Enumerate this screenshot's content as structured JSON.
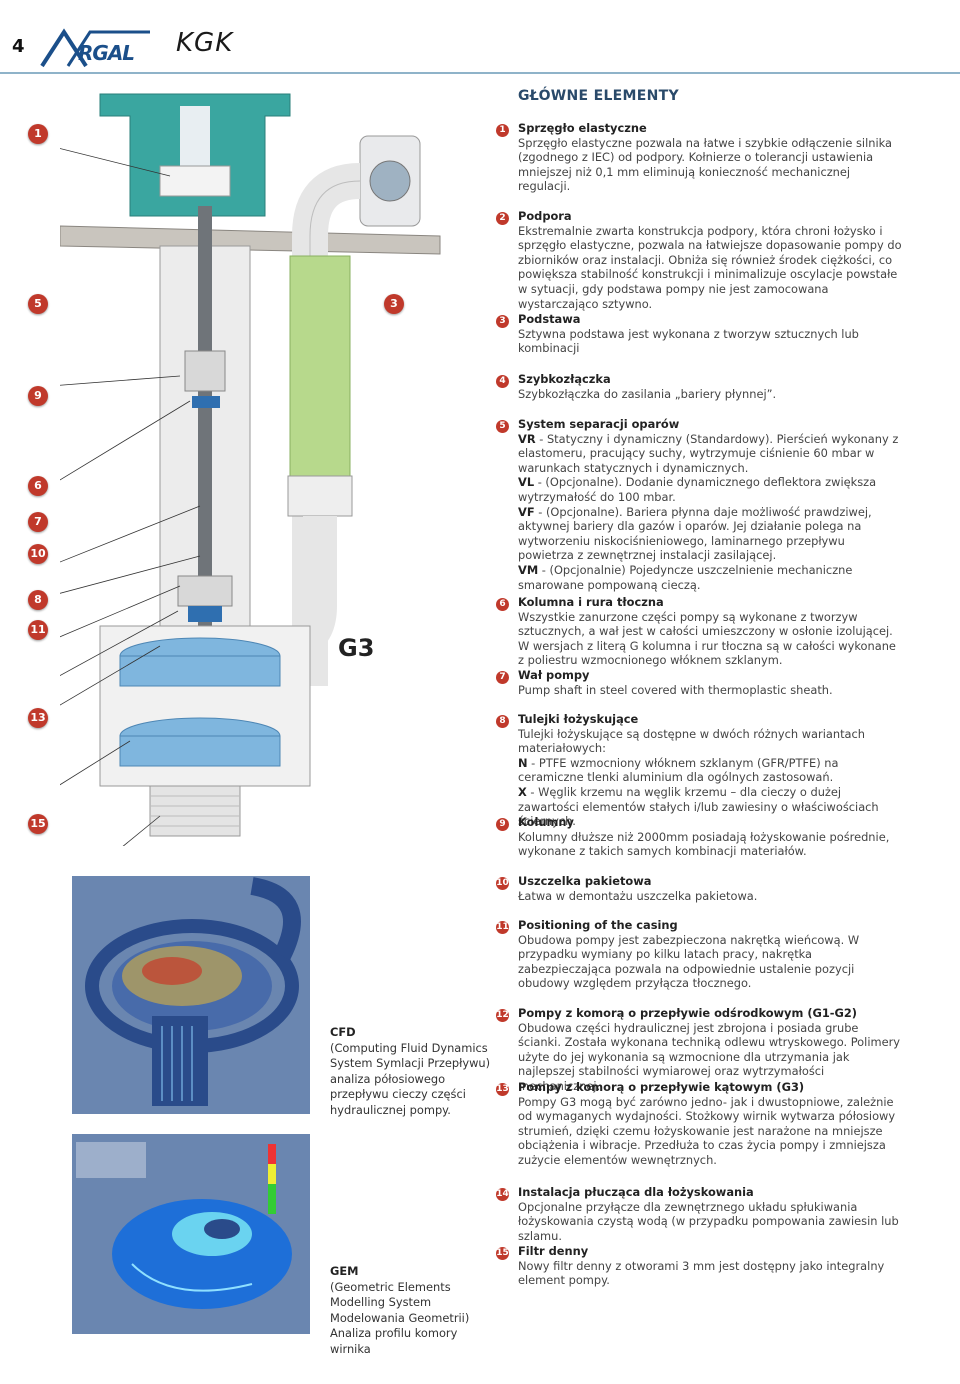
{
  "header": {
    "page_number": "4",
    "logo_text": "ARGAL",
    "model": "KGK"
  },
  "section_title": "GŁÓWNE ELEMENTY",
  "diagram": {
    "label": "G3"
  },
  "callouts_left": [
    {
      "num": "1"
    },
    {
      "num": "5"
    },
    {
      "num": "3"
    },
    {
      "num": "9"
    },
    {
      "num": "6"
    },
    {
      "num": "7"
    },
    {
      "num": "10"
    },
    {
      "num": "8"
    },
    {
      "num": "11"
    },
    {
      "num": "13"
    },
    {
      "num": "15"
    }
  ],
  "items": [
    {
      "num": "1",
      "title": "Sprzęgło elastyczne",
      "text": "Sprzęgło elastyczne pozwala na łatwe i szybkie odłączenie silnika (zgodnego z IEC) od podpory. Kołnierze o tolerancji ustawienia mniejszej niż 0,1 mm eliminują konieczność mechanicznej regulacji."
    },
    {
      "num": "2",
      "title": "Podpora",
      "text": "Ekstremalnie zwarta konstrukcja podpory, która chroni łożysko i sprzęgło elastyczne, pozwala na łatwiejsze dopasowanie pompy do zbiorników oraz instalacji. Obniża się również środek ciężkości, co powiększa stabilność konstrukcji i minimalizuje oscylacje powstałe w sytuacji, gdy podstawa pompy nie jest zamocowana wystarczająco sztywno."
    },
    {
      "num": "3",
      "title": "Podstawa",
      "text": "Sztywna podstawa jest wykonana z tworzyw sztucznych lub kombinacji"
    },
    {
      "num": "4",
      "title": "Szybkozłączka",
      "text": "Szybkozłączka do zasilania „bariery płynnej”."
    },
    {
      "num": "5",
      "title": "System separacji oparów",
      "vr_label": "VR",
      "vr_text": " - Statyczny i dynamiczny (Standardowy). Pierścień wykonany z elastomeru, pracujący suchy, wytrzymuje ciśnienie 60 mbar w warunkach statycznych i dynamicznych.",
      "vl_label": "VL",
      "vl_text": " - (Opcjonalne). Dodanie dynamicznego deflektora zwiększa wytrzymałość do 100 mbar.",
      "vf_label": "VF",
      "vf_text": " - (Opcjonalne). Bariera płynna daje możliwość prawdziwej, aktywnej bariery dla gazów i oparów. Jej działanie polega na wytworzeniu niskociśnieniowego, laminarnego przepływu powietrza z zewnętrznej instalacji zasilającej.",
      "vm_label": "VM",
      "vm_text": " - (Opcjonalnie) Pojedyncze uszczelnienie mechaniczne smarowane pompowaną cieczą."
    },
    {
      "num": "6",
      "title": "Kolumna i rura tłoczna",
      "text": "Wszystkie zanurzone części pompy są wykonane z tworzyw sztucznych, a wał jest w całości umieszczony w osłonie izolującej. W wersjach z literą G kolumna i rur tłoczna są w całości wykonane z poliestru wzmocnionego włóknem szklanym."
    },
    {
      "num": "7",
      "title": "Wał pompy",
      "text": "Pump shaft in steel covered with thermoplastic sheath."
    },
    {
      "num": "8",
      "title": "Tulejki łożyskujące",
      "text": "Tulejki łożyskujące są dostępne w dwóch różnych wariantach materiałowych:",
      "n_label": "N",
      "n_text": " - PTFE wzmocniony włóknem szklanym (GFR/PTFE) na ceramiczne tlenki aluminium dla ogólnych zastosowań.",
      "x_label": "X",
      "x_text": " - Węglik krzemu na węglik krzemu – dla cieczy o dużej zawartości elementów stałych i/lub zawiesiny o właściwościach ściernych."
    },
    {
      "num": "9",
      "title": "Kolumny",
      "text": "Kolumny dłuższe niż 2000mm posiadają łożyskowanie pośrednie, wykonane z takich samych kombinacji materiałów."
    },
    {
      "num": "10",
      "title": "Uszczelka pakietowa",
      "text": "Łatwa w demontażu uszczelka pakietowa."
    },
    {
      "num": "11",
      "title": "Positioning of the casing",
      "text": "Obudowa pompy jest zabezpieczona nakrętką wieńcową. W przypadku wymiany po kilku latach pracy, nakrętka zabezpieczająca pozwala na odpowiednie ustalenie pozycji obudowy względem przyłącza tłocznego."
    },
    {
      "num": "12",
      "title": "Pompy z komorą o przepływie odśrodkowym (G1-G2)",
      "text": "Obudowa części hydraulicznej jest zbrojona i posiada grube ścianki. Została wykonana techniką odlewu wtryskowego. Polimery użyte do jej wykonania są wzmocnione dla utrzymania jak najlepszej stabilności wymiarowej oraz wytrzymałości mechanicznej."
    },
    {
      "num": "13",
      "title": "Pompy z komorą o przepływie kątowym (G3)",
      "text": "Pompy G3 mogą być zarówno jedno- jak i dwustopniowe, zależnie od wymaganych wydajności. Stożkowy wirnik wytwarza półosiowy strumień, dzięki czemu łożyskowanie jest narażone na mniejsze obciążenia i wibracje. Przedłuża to czas życia pompy i zmniejsza zużycie elementów wewnętrznych."
    },
    {
      "num": "14",
      "title": "Instalacja płucząca dla łożyskowania",
      "text": "Opcjonalne przyłącze dla zewnętrznego układu spłukiwania łożyskowania czystą wodą (w przypadku pompowania zawiesin lub szlamu."
    },
    {
      "num": "15",
      "title": "Filtr denny",
      "text": "Nowy filtr denny z otworami 3 mm jest dostępny jako integralny element pompy."
    }
  ],
  "captions": {
    "cfd": {
      "title": "CFD",
      "text": "(Computing Fluid Dynamics System Symlacji Przepływu) analiza półosiowego przepływu cieczy części hydraulicznej pompy."
    },
    "gem": {
      "title": "GEM",
      "text": "(Geometric Elements Modelling System Modelowania Geometrii) Analiza profilu komory wirnika"
    }
  },
  "colors": {
    "accent": "#c0392b",
    "heading": "#2a4a6a",
    "teal": "#3aa6a0",
    "green": "#b7d98c",
    "blue": "#7fb6de",
    "bg_sim": "#6a86b0"
  },
  "icons": [
    "numbered-callout-icon"
  ]
}
